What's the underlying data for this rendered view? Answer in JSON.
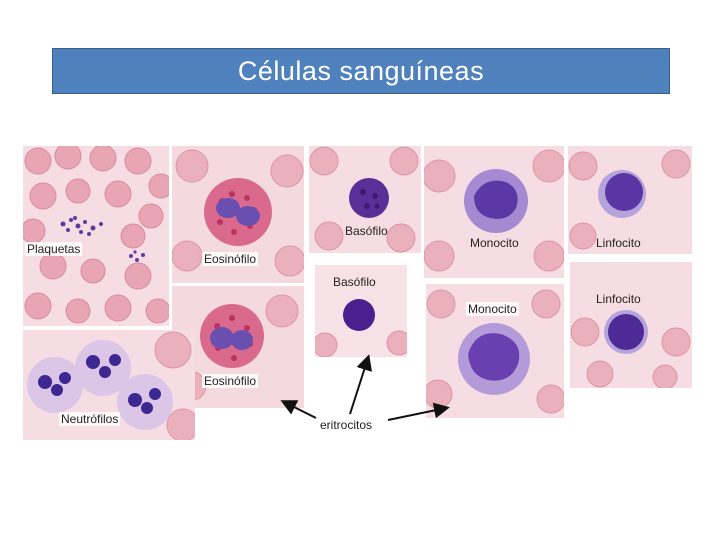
{
  "title": "Células sanguíneas",
  "labels": {
    "plaquetas": "Plaquetas",
    "eosinofilo_1": "Eosinófilo",
    "eosinofilo_2": "Eosinófilo",
    "basofilo_1": "Basófilo",
    "basofilo_2": "Basófilo",
    "monocito_1": "Monocito",
    "monocito_2": "Monocito",
    "linfocito_1": "Linfocito",
    "linfocito_2": "Linfocito",
    "neutrofilos": "Neutrófilos",
    "eritrocitos": "eritrocitos"
  },
  "colors": {
    "title_bg": "#4f81bd",
    "erythrocyte": "#e8a6b4",
    "background_pink": "#f6dde3",
    "nucleus_purple": "#4b2a8c",
    "granule_red": "#c9406a"
  }
}
